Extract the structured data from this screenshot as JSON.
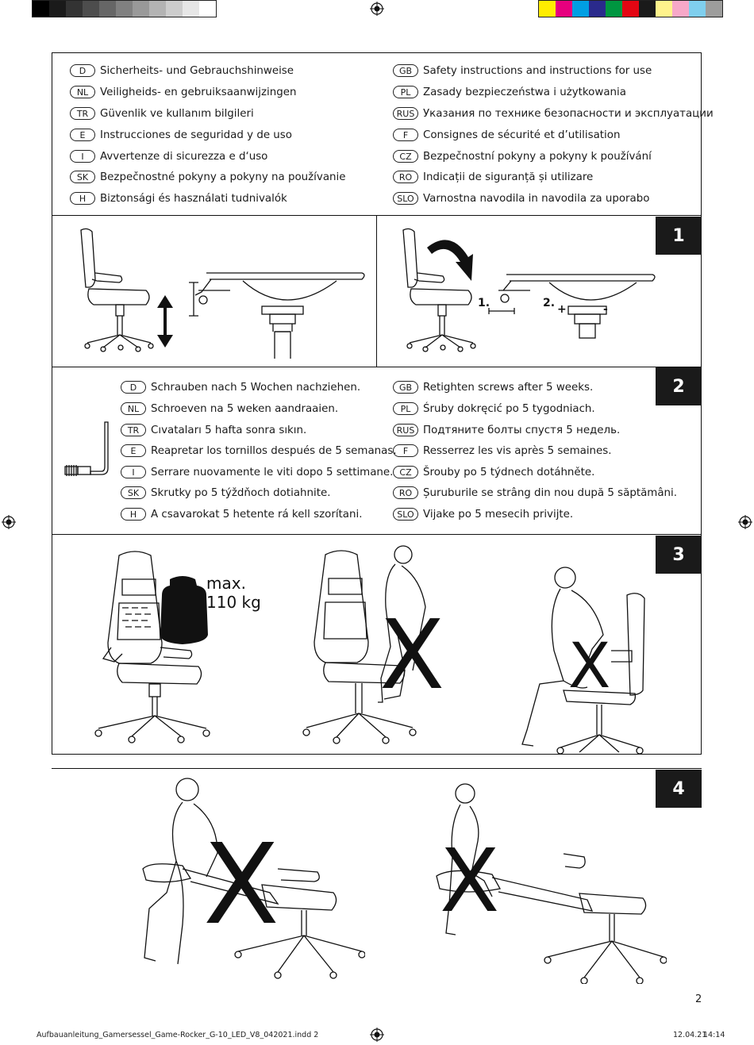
{
  "print_marks": {
    "grayscale": [
      "#000000",
      "#1a1a1a",
      "#333333",
      "#4d4d4d",
      "#666666",
      "#808080",
      "#999999",
      "#b3b3b3",
      "#cccccc",
      "#e6e6e6",
      "#ffffff"
    ],
    "colorbar": [
      "#ffed00",
      "#e6007e",
      "#009fe3",
      "#2a2a8c",
      "#009640",
      "#e30613",
      "#1a1a1a",
      "#fff38c",
      "#f7a8c8",
      "#7fcfee",
      "#9d9d9c"
    ]
  },
  "safety_header": {
    "left": [
      {
        "code": "D",
        "text": "Sicherheits- und Gebrauchshinweise"
      },
      {
        "code": "NL",
        "text": "Veiligheids- en gebruiksaanwijzingen"
      },
      {
        "code": "TR",
        "text": "Güvenlik ve kullanım bilgileri"
      },
      {
        "code": "E",
        "text": "Instrucciones de seguridad y de uso"
      },
      {
        "code": "I",
        "text": "Avvertenze di sicurezza e d‘uso"
      },
      {
        "code": "SK",
        "text": "Bezpečnostné pokyny a pokyny na používanie"
      },
      {
        "code": "H",
        "text": "Biztonsági és használati tudnivalók"
      }
    ],
    "right": [
      {
        "code": "GB",
        "text": "Safety instructions and instructions for use"
      },
      {
        "code": "PL",
        "text": "Zasady bezpieczeństwa i użytkowania"
      },
      {
        "code": "RUS",
        "text": "Указания по технике безопасности и эксплуатации"
      },
      {
        "code": "F",
        "text": "Consignes de sécurité et d’utilisation"
      },
      {
        "code": "CZ",
        "text": "Bezpečnostní pokyny a pokyny k používání"
      },
      {
        "code": "RO",
        "text": "Indicații de siguranță și utilizare"
      },
      {
        "code": "SLO",
        "text": "Varnostna navodila in navodila za uporabo"
      }
    ]
  },
  "step1": {
    "number": "1",
    "label_1": "1.",
    "label_2": "2.",
    "plus": "+",
    "minus": "-"
  },
  "step2": {
    "number": "2",
    "left": [
      {
        "code": "D",
        "text": "Schrauben nach 5 Wochen nachziehen."
      },
      {
        "code": "NL",
        "text": "Schroeven na 5 weken aandraaien."
      },
      {
        "code": "TR",
        "text": "Cıvataları 5 hafta sonra sıkın."
      },
      {
        "code": "E",
        "text": "Reapretar los tornillos después de 5 semanas."
      },
      {
        "code": "I",
        "text": "Serrare nuovamente le viti dopo 5 settimane."
      },
      {
        "code": "SK",
        "text": "Skrutky po 5 týždňoch dotiahnite."
      },
      {
        "code": "H",
        "text": "A csavarokat 5 hetente rá kell szorítani."
      }
    ],
    "right": [
      {
        "code": "GB",
        "text": "Retighten screws after 5 weeks."
      },
      {
        "code": "PL",
        "text": "Śruby dokręcić po 5 tygodniach."
      },
      {
        "code": "RUS",
        "text": "Подтяните болты спустя 5 недель."
      },
      {
        "code": "F",
        "text": "Resserrez les vis après 5 semaines."
      },
      {
        "code": "CZ",
        "text": "Šrouby po 5 týdnech dotáhněte."
      },
      {
        "code": "RO",
        "text": "Șuruburile se strâng din nou după 5 săptămâni."
      },
      {
        "code": "SLO",
        "text": "Vijake po 5 mesecih privijte."
      }
    ]
  },
  "step3": {
    "number": "3",
    "max_label": "max.",
    "weight_label": "110 kg",
    "x_mark": "X"
  },
  "step4": {
    "number": "4",
    "x_mark": "X"
  },
  "footer": {
    "page_number": "2",
    "filename": "Aufbauanleitung_Gamersessel_Game-Rocker_G-10_LED_V8_042021.indd   2",
    "date": "12.04.21",
    "time": "14:14"
  }
}
